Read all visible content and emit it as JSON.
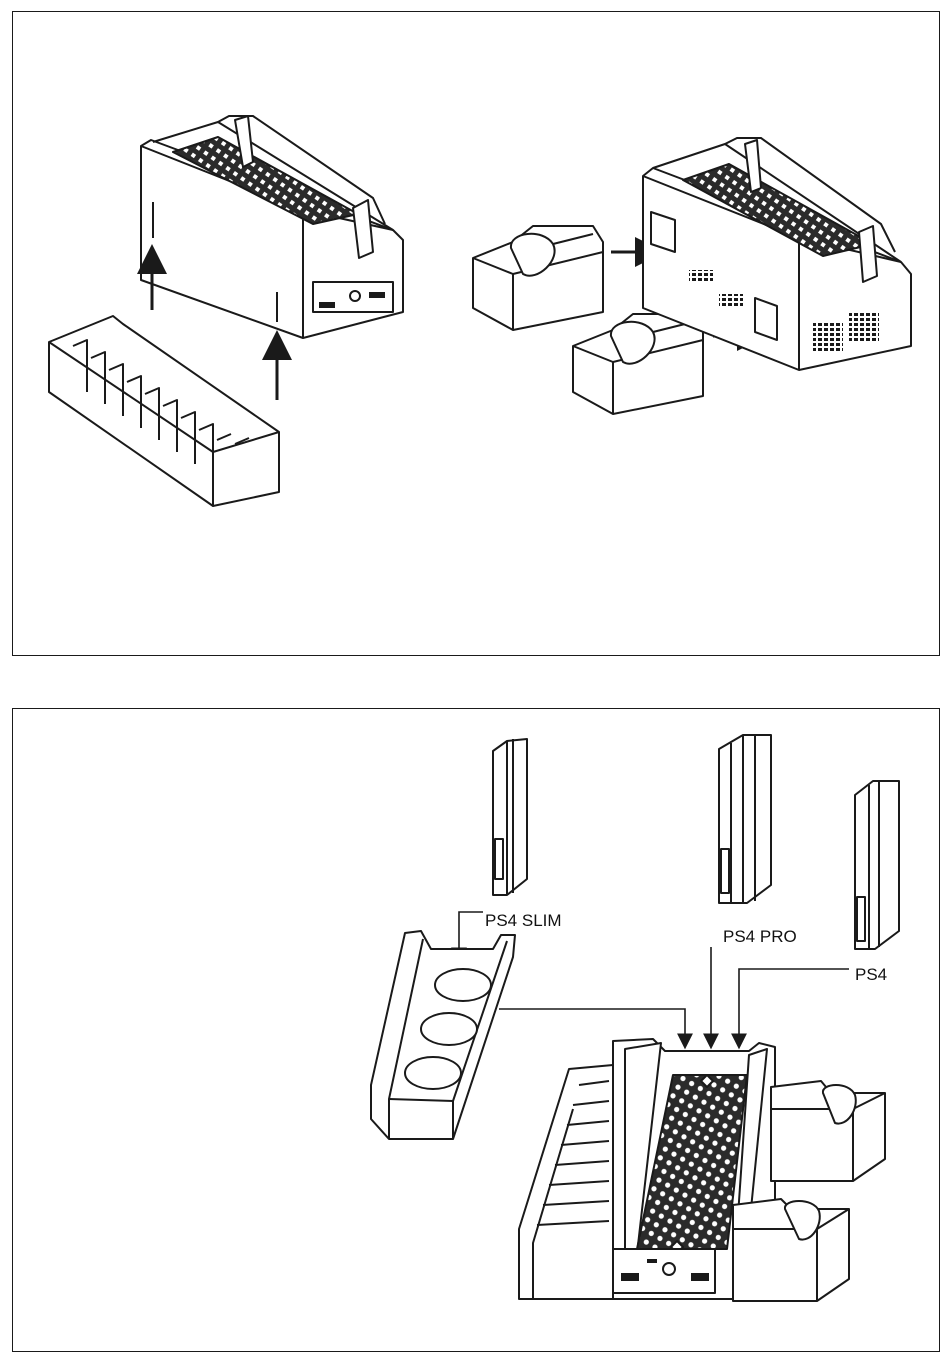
{
  "colors": {
    "ink": "#1a1a1a",
    "paper": "#ffffff",
    "dark": "#2b2b2b"
  },
  "bottom_panel": {
    "labels": {
      "slim": "PS4 SLIM",
      "pro": "PS4 PRO",
      "ps4": "PS4"
    }
  }
}
